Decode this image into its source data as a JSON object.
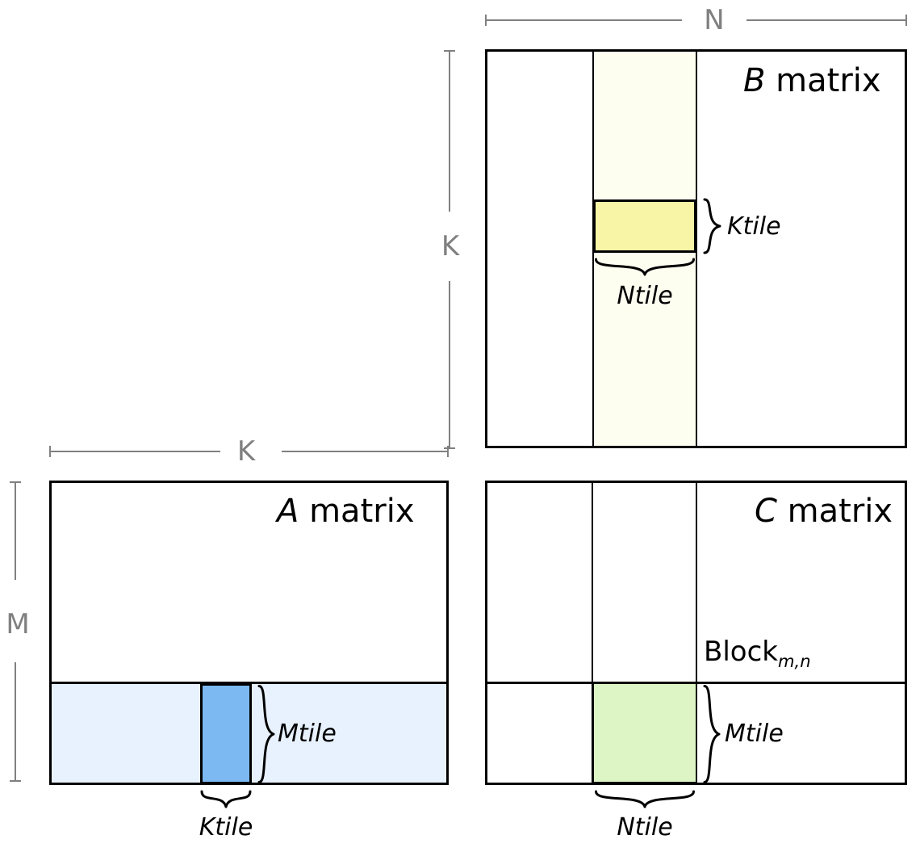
{
  "diagram": {
    "title": "Tiled matrix multiplication blocking diagram",
    "colors": {
      "stroke": "#000000",
      "dimension": "#808080",
      "a_row_panel": "#e8f2fe",
      "a_tile": "#7cb9f2",
      "b_col_panel": "#fdfdf0",
      "b_tile": "#f9f5a6",
      "c_tile": "#ddf5c4",
      "background": "#ffffff"
    }
  },
  "dimensions": {
    "n": "N",
    "k_vertical": "K",
    "k_horizontal": "K",
    "m": "M"
  },
  "matrices": {
    "a": {
      "var": "A",
      "word": "matrix",
      "tile_width_label": "Ktile",
      "tile_height_label": "Mtile"
    },
    "b": {
      "var": "B",
      "word": "matrix",
      "tile_width_label": "Ntile",
      "tile_height_label": "Ktile"
    },
    "c": {
      "var": "C",
      "word": "matrix",
      "block_label": "Block",
      "block_subscript": "m,n",
      "tile_width_label": "Ntile",
      "tile_height_label": "Mtile"
    }
  }
}
